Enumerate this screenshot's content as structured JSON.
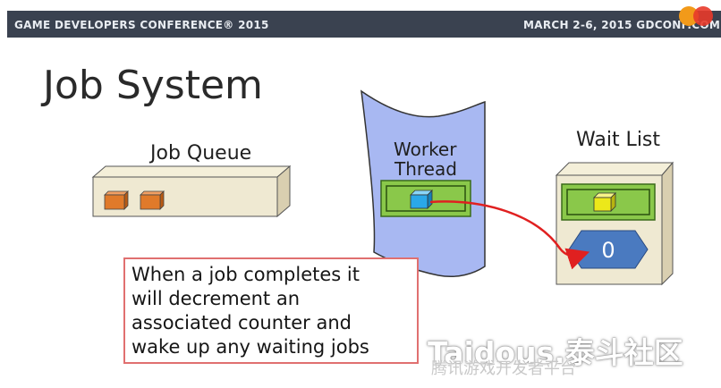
{
  "header": {
    "conference": "GAME DEVELOPERS CONFERENCE® 2015",
    "date_site": "MARCH 2-6, 2015  GDCONF.COM"
  },
  "title": "Job System",
  "job_queue": {
    "label": "Job Queue"
  },
  "worker_thread": {
    "label_line1": "Worker",
    "label_line2": "Thread"
  },
  "wait_list": {
    "label": "Wait List",
    "counter_value": "0"
  },
  "note": {
    "line1": "When a job completes it",
    "line2": "will decrement an",
    "line3": "associated counter and",
    "line4": "wake up any waiting jobs"
  },
  "watermark": {
    "text": "Taidous.泰斗社区",
    "sub": "腾讯游戏开发者平台"
  },
  "colors": {
    "header_bg": "#3a4250",
    "job_orange": "#e07a2a",
    "worker_blue": "#2aa8e8",
    "wait_yellow": "#ece81a",
    "slot_green": "#8ac84a",
    "arrow_red": "#e02020",
    "counter_blue": "#4a7ac0"
  }
}
